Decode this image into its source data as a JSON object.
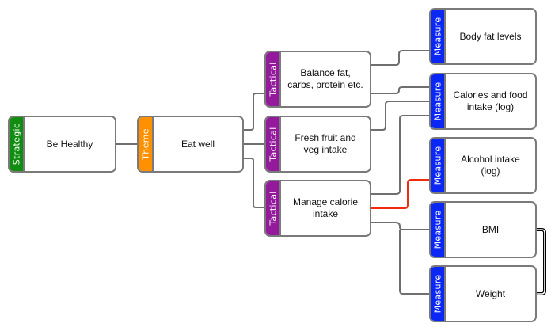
{
  "colors": {
    "strategic": "#118d11",
    "theme": "#ff9100",
    "tactical": "#931a9b",
    "measure": "#0b27f5",
    "connector": "#6f6f6f",
    "highlight_connector": "#f02a0d"
  },
  "nodes": {
    "strategic": {
      "type": "Strategic",
      "label": "Be Healthy"
    },
    "theme": {
      "type": "Theme",
      "label": "Eat well"
    },
    "tactical": [
      {
        "type": "Tactical",
        "label": "Balance fat, carbs, protein etc."
      },
      {
        "type": "Tactical",
        "label": "Fresh fruit and veg intake"
      },
      {
        "type": "Tactical",
        "label": "Manage calorie intake"
      }
    ],
    "measures": [
      {
        "type": "Measure",
        "label": "Body fat levels"
      },
      {
        "type": "Measure",
        "label": "Calories and food intake (log)"
      },
      {
        "type": "Measure",
        "label": "Alcohol intake (log)"
      },
      {
        "type": "Measure",
        "label": "BMI"
      },
      {
        "type": "Measure",
        "label": "Weight"
      }
    ]
  },
  "links": [
    {
      "from": "Be Healthy",
      "to": "Eat well"
    },
    {
      "from": "Eat well",
      "to": "Balance fat, carbs, protein etc."
    },
    {
      "from": "Eat well",
      "to": "Fresh fruit and veg intake"
    },
    {
      "from": "Eat well",
      "to": "Manage calorie intake"
    },
    {
      "from": "Balance fat, carbs, protein etc.",
      "to": "Body fat levels"
    },
    {
      "from": "Balance fat, carbs, protein etc.",
      "to": "Calories and food intake (log)"
    },
    {
      "from": "Fresh fruit and veg intake",
      "to": "Calories and food intake (log)"
    },
    {
      "from": "Manage calorie intake",
      "to": "Calories and food intake (log)"
    },
    {
      "from": "Manage calorie intake",
      "to": "Alcohol intake (log)",
      "highlighted": true
    },
    {
      "from": "Manage calorie intake",
      "to": "BMI"
    },
    {
      "from": "Manage calorie intake",
      "to": "Weight"
    },
    {
      "from": "BMI",
      "to": "Weight",
      "kind": "bracket"
    }
  ]
}
